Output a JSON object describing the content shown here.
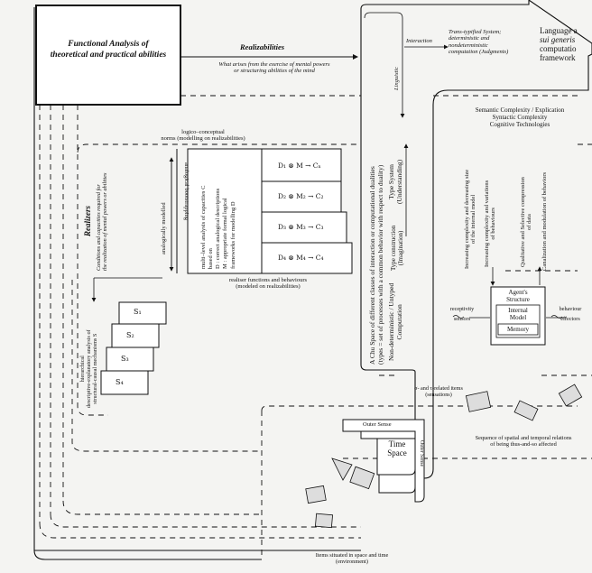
{
  "title_box": {
    "line1": "Functional Analysis of",
    "line2": "theoretical and practical abilities"
  },
  "realizabilities": {
    "heading": "Realizabilities",
    "line1": "What arises from the exercise of mental powers",
    "line2": "or structuring abilities of the mind"
  },
  "interaction": {
    "label": "Interaction",
    "linguistic": "Linguistic"
  },
  "trans_typified": {
    "line1": "Trans-typified System;",
    "line2": "deterministic and",
    "line3": "nondeterministic",
    "line4": "computation (Judgments)"
  },
  "language_label": {
    "line1": "Language a",
    "line2": "sui generis",
    "line3": "computatio",
    "line4": "framework"
  },
  "realizers": {
    "heading": "Realizers",
    "line1": "Conditions and capacities required for",
    "line2": "the realization of mental powers or abilities"
  },
  "logico": {
    "line1": "logico–conceptual",
    "line2": "norms (modelling on realizabilities)"
  },
  "analogically_modelled": "analogically modelled",
  "analogical_boot": "analogical bootstrapping",
  "multilevel": {
    "line1": "multi–level analysis of capacities C",
    "line2": "based on",
    "line3": "D : correct analogical descriptions",
    "line4": "M : appropriate formal logical",
    "line5": "frameworks for modelling D"
  },
  "formulas": [
    "D₁ ⊗ M → Cₙ",
    "D₂ ⊗ M₂ → C₂",
    "D₃ ⊗ M₃ → C₃",
    "D₄ ⊗ M₄ → C₄"
  ],
  "realiser_functions": {
    "line1": "realiser functions and behaviours",
    "line2": "(modeled on realizabilities)"
  },
  "hierarchical": {
    "line1": "hierarchical",
    "line2": "descriptive-explanatory analysis of",
    "line3": "structural-causal mechanisms S"
  },
  "steps": [
    "S₁",
    "S₂",
    "S₃",
    "S₄"
  ],
  "chu_space": {
    "line1": "A Chu Space of different classes of interaction or computational dualities",
    "line2": "(types = set of processes with a common behavior with respect to duality)"
  },
  "type_system": {
    "line1": "Type System",
    "line2": "(Understanding)"
  },
  "type_construction": {
    "line1": "Type construction",
    "line2": "(Imagination)"
  },
  "nondeterministic": {
    "line1": "Non-deterministic / Untyped",
    "line2": "Computation"
  },
  "semantic": {
    "line1": "Semantic Complexity / Explication",
    "line2": "Syntactic Complexity",
    "line3": "Cognitive Technologies"
  },
  "increasing1": {
    "line1": "Increasing complexity and decreasing size",
    "line2": "of the internal model"
  },
  "increasing2": {
    "line1": "Increasing complexity and variations",
    "line2": "of behaviours"
  },
  "qualitative": {
    "line1": "Qualitative and Selective compression",
    "line2": "of data"
  },
  "canalization": "Canalization and modulation of behaviors",
  "agent": {
    "title1": "Agent's",
    "title2": "Structure",
    "internal1": "Internal",
    "internal2": "Model",
    "memory": "Memory"
  },
  "receptivity": {
    "line1": "receptivity",
    "line2": "sensors"
  },
  "behaviour": {
    "line1": "behaviour",
    "line2": "effectors"
  },
  "sigma": {
    "line1": "σ- and  τ-related items",
    "line2": "(sensations)"
  },
  "sequence": {
    "line1": "Sequence of spatial and temporal relations",
    "line2": "of being thus-and-so affected"
  },
  "outer_sense": "Outer Sense",
  "outer_sense_v": "Outer Sense",
  "time_space": {
    "line1": "Time",
    "line2": "Space"
  },
  "items_situated": {
    "line1": "Items situated in space and time",
    "line2": "(environment)"
  }
}
